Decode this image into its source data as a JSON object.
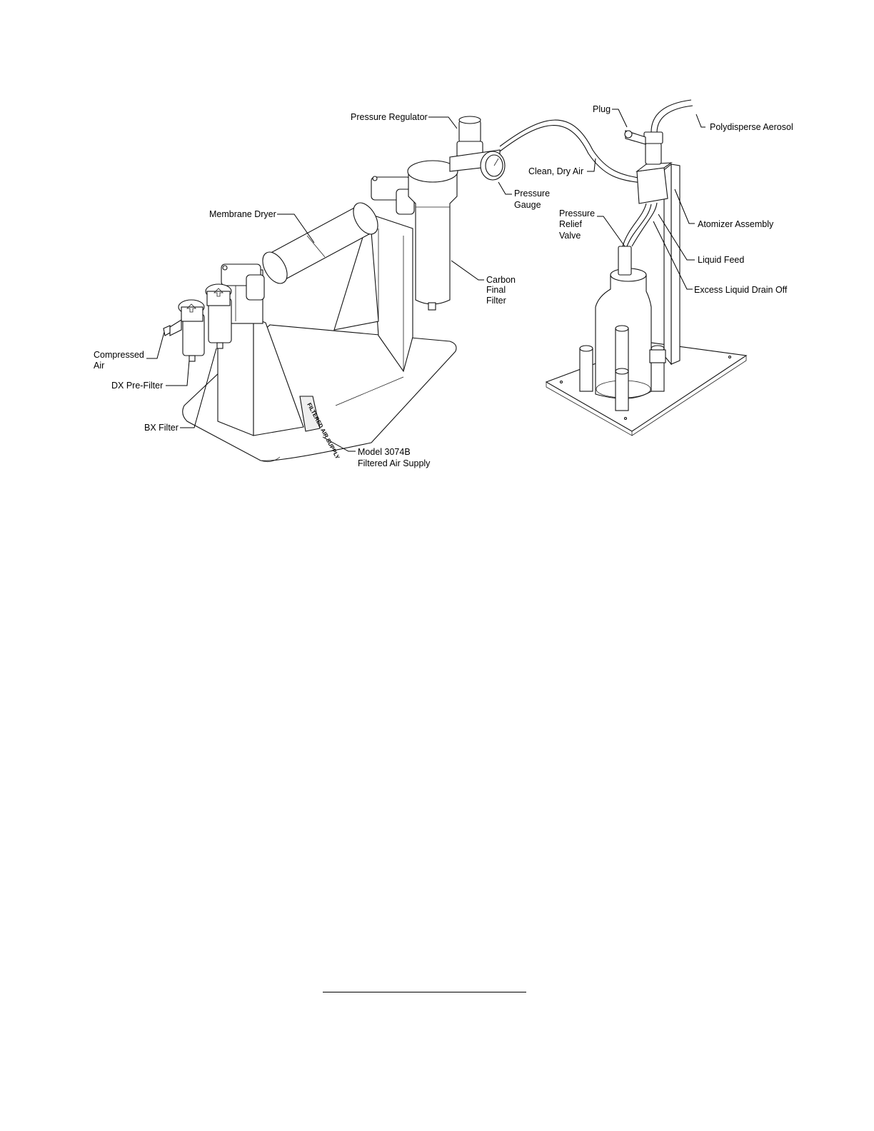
{
  "labels": {
    "pressure_regulator": "Pressure Regulator",
    "plug": "Plug",
    "polydisperse_aerosol": "Polydisperse Aerosol",
    "clean_dry_air": "Clean, Dry Air",
    "pressure_gauge_1": "Pressure",
    "pressure_gauge_2": "Gauge",
    "membrane_dryer": "Membrane Dryer",
    "relief_1": "Pressure",
    "relief_2": "Relief",
    "relief_3": "Valve",
    "atomizer_assembly": "Atomizer Assembly",
    "liquid_feed": "Liquid Feed",
    "excess_liquid": "Excess Liquid Drain Off",
    "carbon_1": "Carbon",
    "carbon_2": "Final",
    "carbon_3": "Filter",
    "compressed_1": "Compressed",
    "compressed_2": "Air",
    "dx_prefilter": "DX Pre-Filter",
    "bx_filter": "BX Filter",
    "model_1": "Model 3074B",
    "model_2": "Filtered Air Supply",
    "plate_text": "FILTERED AIR SUPPLY"
  }
}
